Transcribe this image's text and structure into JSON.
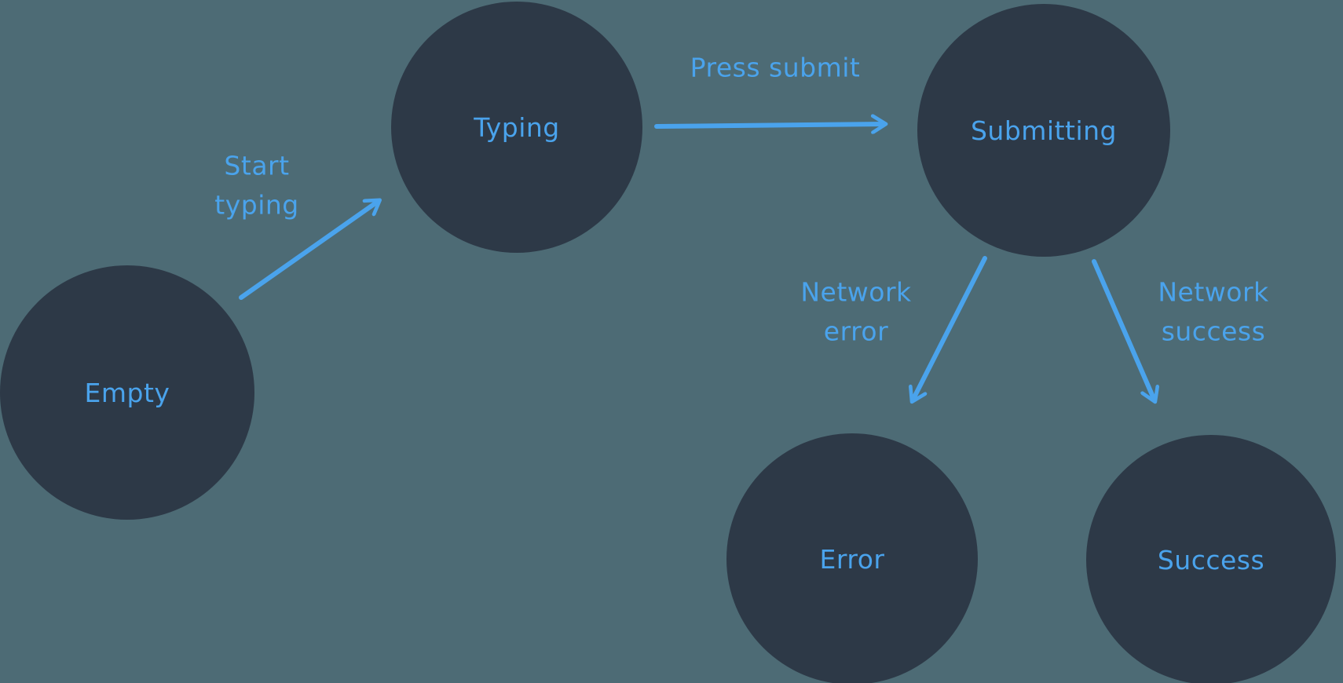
{
  "diagram": {
    "type": "state-machine",
    "colors": {
      "background": "#4d6b75",
      "node_fill": "#2d3947",
      "accent_blue": "#4aa3ec"
    },
    "nodes": [
      {
        "id": "empty",
        "label": "Empty"
      },
      {
        "id": "typing",
        "label": "Typing"
      },
      {
        "id": "submitting",
        "label": "Submitting"
      },
      {
        "id": "error",
        "label": "Error"
      },
      {
        "id": "success",
        "label": "Success"
      }
    ],
    "edges": [
      {
        "from": "empty",
        "to": "typing",
        "label": "Start typing",
        "lines": [
          "Start",
          "typing"
        ]
      },
      {
        "from": "typing",
        "to": "submitting",
        "label": "Press submit",
        "lines": [
          "Press submit"
        ]
      },
      {
        "from": "submitting",
        "to": "error",
        "label": "Network error",
        "lines": [
          "Network",
          "error"
        ]
      },
      {
        "from": "submitting",
        "to": "success",
        "label": "Network success",
        "lines": [
          "Network",
          "success"
        ]
      }
    ]
  }
}
